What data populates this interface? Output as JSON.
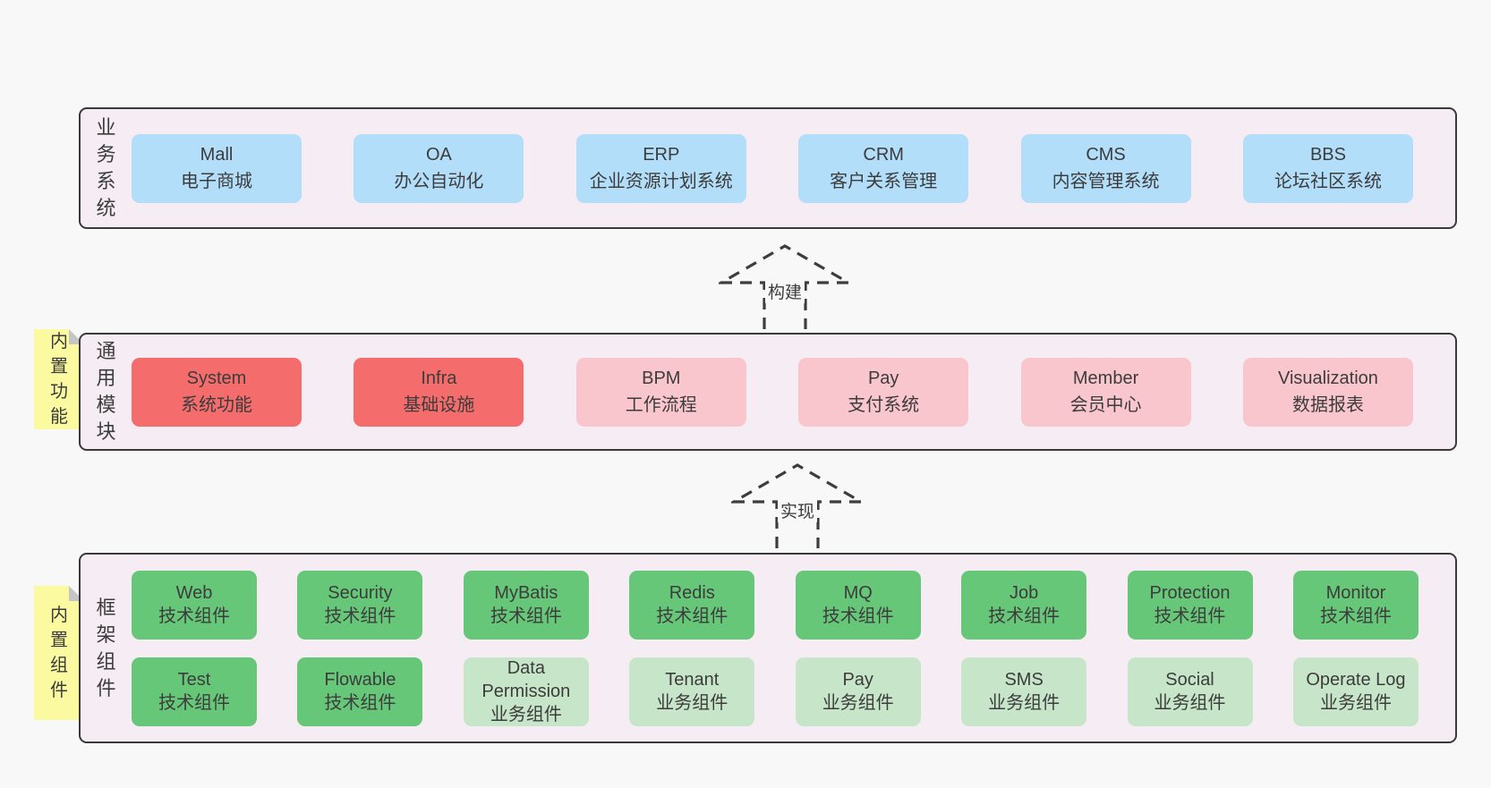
{
  "colors": {
    "page_bg": "#f8f8f8",
    "band_bg": "#f6ecf3",
    "band_border": "#3a3a3a",
    "blue": "#b3def9",
    "red": "#f56c6c",
    "pink": "#fac6ce",
    "green_dark": "#67c779",
    "green_light": "#c7e6c9",
    "sticky_yellow": "#fbfaa0",
    "fold_gray": "#c5c5c5",
    "text": "#3c3c3c"
  },
  "bands": [
    {
      "label": "业务系统",
      "boxes_row1": [
        {
          "en": "Mall",
          "zh": "电子商城"
        },
        {
          "en": "OA",
          "zh": "办公自动化"
        },
        {
          "en": "ERP",
          "zh": "企业资源计划系统"
        },
        {
          "en": "CRM",
          "zh": "客户关系管理"
        },
        {
          "en": "CMS",
          "zh": "内容管理系统"
        },
        {
          "en": "BBS",
          "zh": "论坛社区系统"
        }
      ]
    },
    {
      "label": "通用模块",
      "sticky": "内置功能",
      "boxes_row1": [
        {
          "en": "System",
          "zh": "系统功能"
        },
        {
          "en": "Infra",
          "zh": "基础设施"
        },
        {
          "en": "BPM",
          "zh": "工作流程"
        },
        {
          "en": "Pay",
          "zh": "支付系统"
        },
        {
          "en": "Member",
          "zh": "会员中心"
        },
        {
          "en": "Visualization",
          "zh": "数据报表"
        }
      ]
    },
    {
      "label": "框架组件",
      "sticky": "内置组件",
      "boxes_row1": [
        {
          "en": "Web",
          "zh": "技术组件"
        },
        {
          "en": "Security",
          "zh": "技术组件"
        },
        {
          "en": "MyBatis",
          "zh": "技术组件"
        },
        {
          "en": "Redis",
          "zh": "技术组件"
        },
        {
          "en": "MQ",
          "zh": "技术组件"
        },
        {
          "en": "Job",
          "zh": "技术组件"
        },
        {
          "en": "Protection",
          "zh": "技术组件"
        },
        {
          "en": "Monitor",
          "zh": "技术组件"
        }
      ],
      "boxes_row2": [
        {
          "en": "Test",
          "zh": "技术组件"
        },
        {
          "en": "Flowable",
          "zh": "技术组件"
        },
        {
          "en": "Data Permission",
          "zh": "业务组件"
        },
        {
          "en": "Tenant",
          "zh": "业务组件"
        },
        {
          "en": "Pay",
          "zh": "业务组件"
        },
        {
          "en": "SMS",
          "zh": "业务组件"
        },
        {
          "en": "Social",
          "zh": "业务组件"
        },
        {
          "en": "Operate Log",
          "zh": "业务组件"
        }
      ]
    }
  ],
  "arrows": [
    {
      "label": "构建"
    },
    {
      "label": "实现"
    }
  ]
}
